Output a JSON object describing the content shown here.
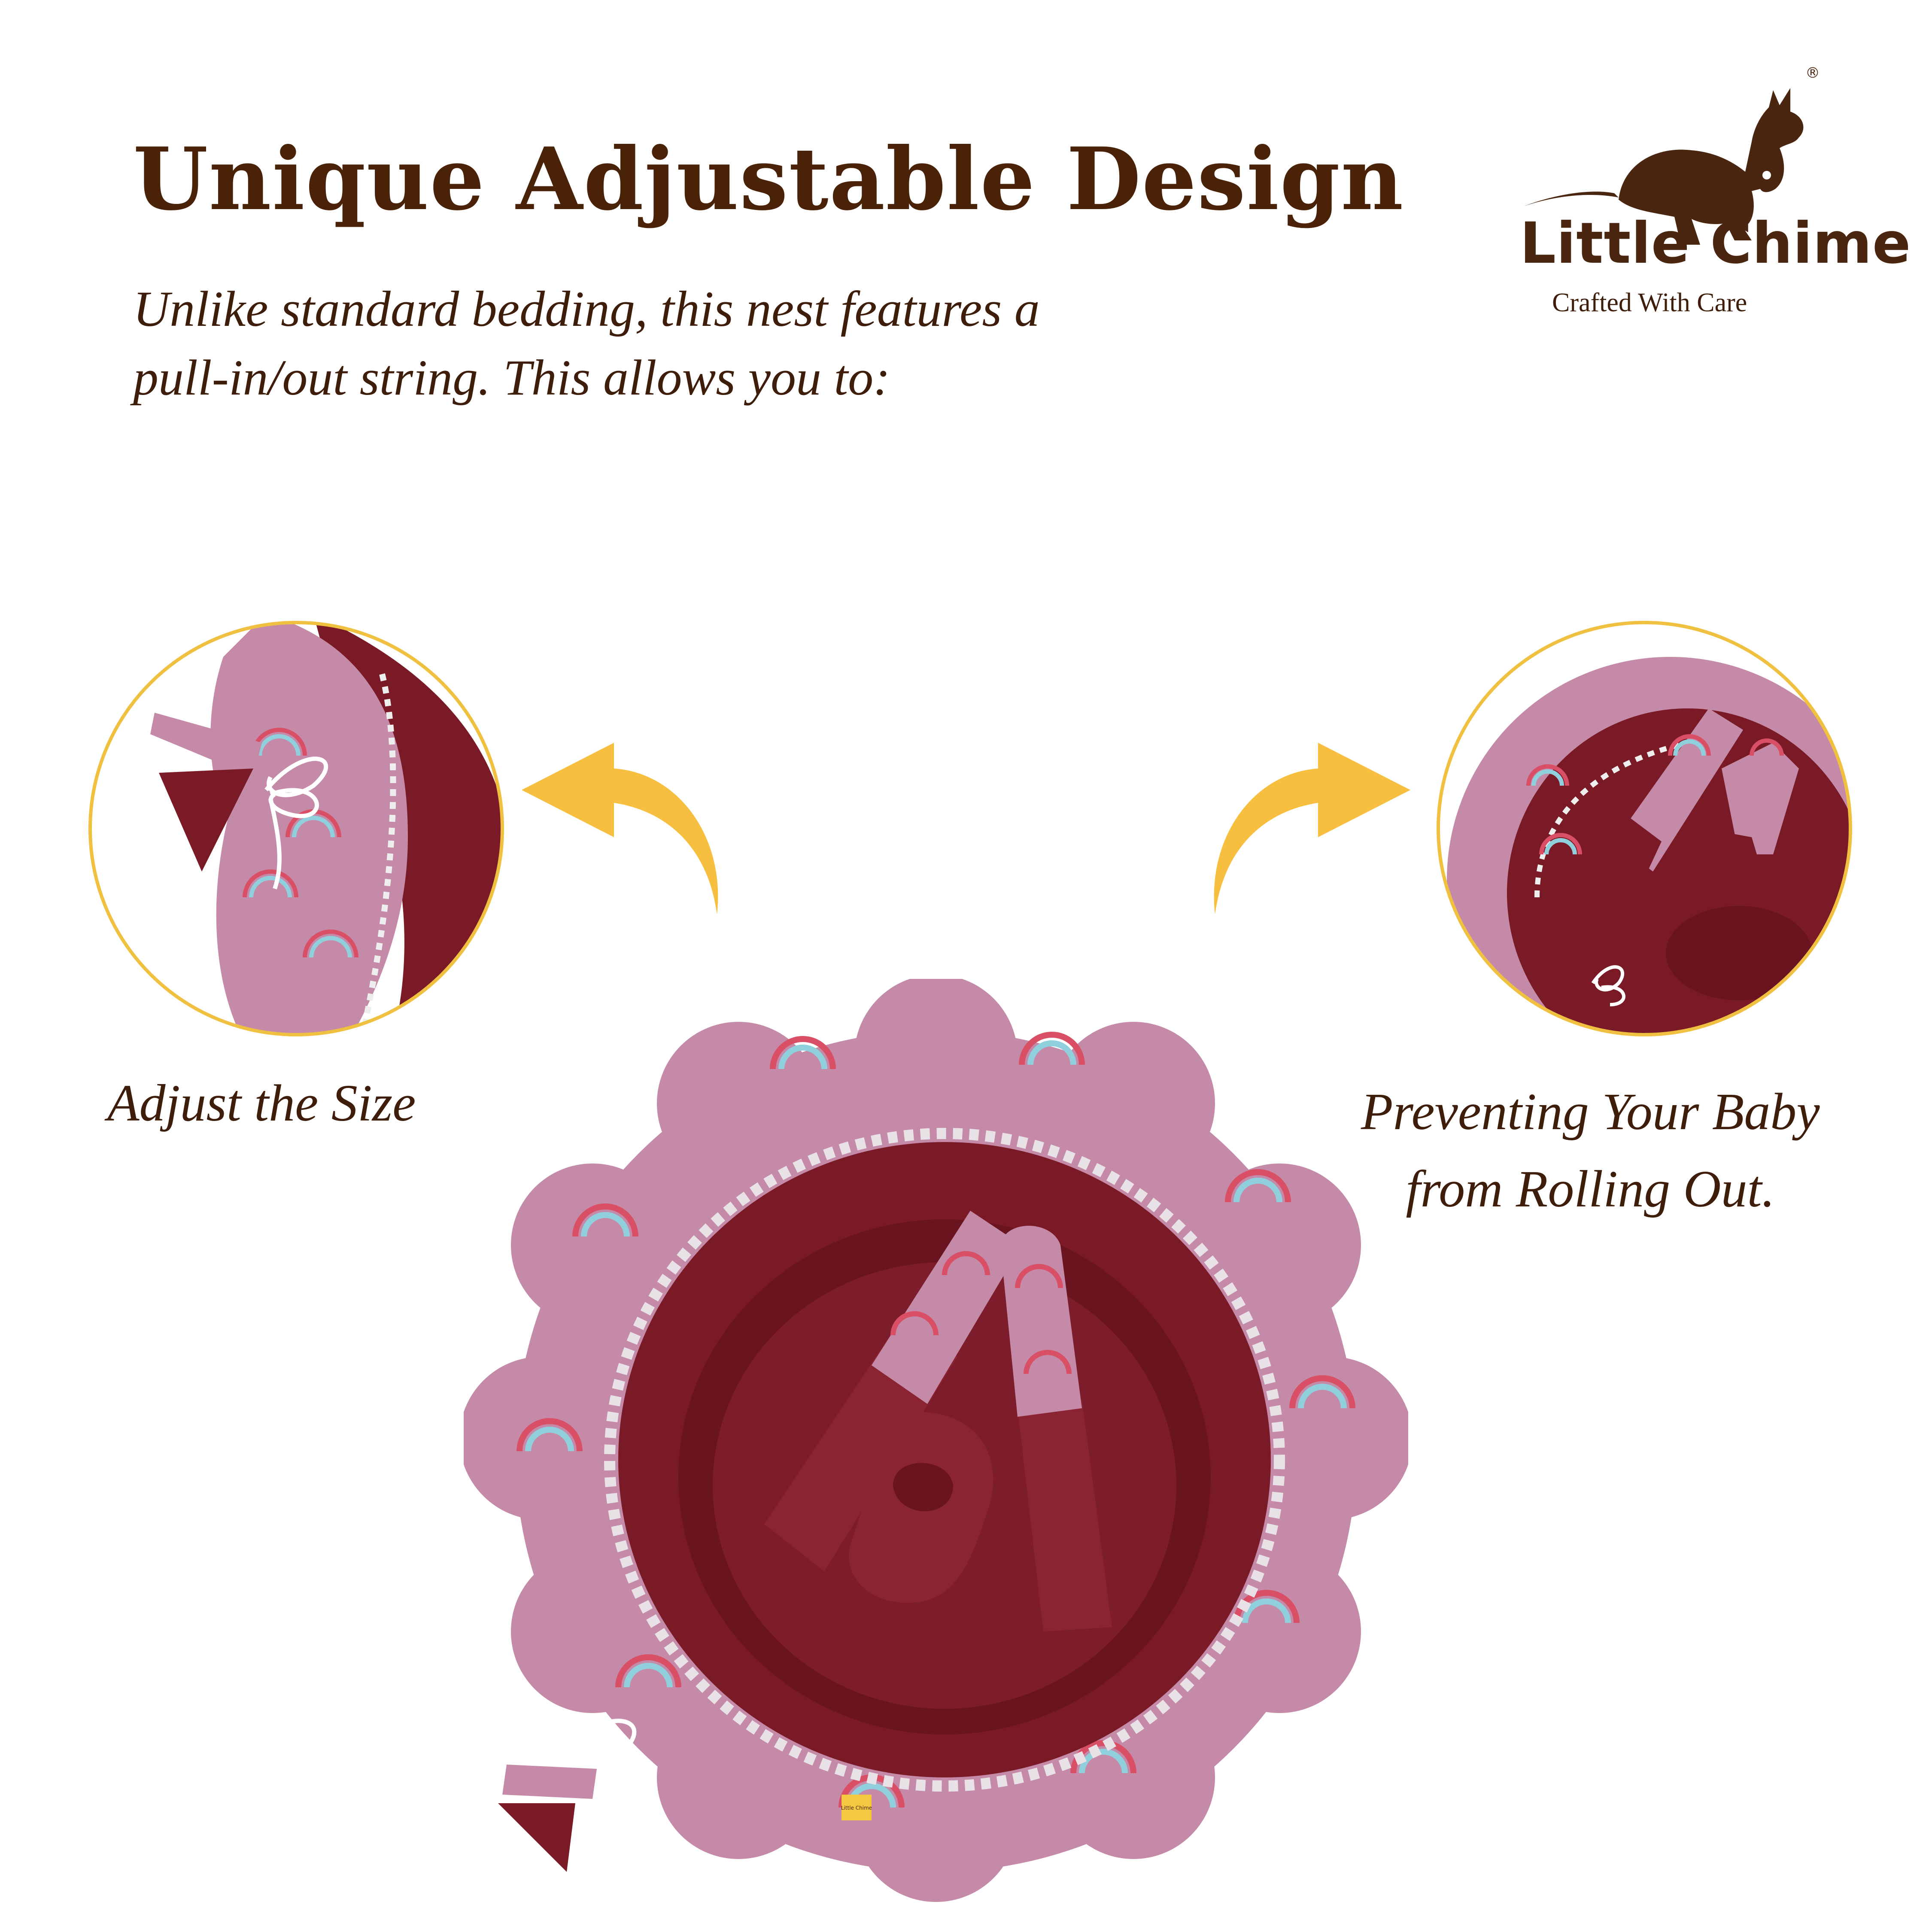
{
  "header": {
    "title": "Unique Adjustable Design",
    "subtitle_line1": "Unlike standard bedding, this nest features a",
    "subtitle_line2": "pull-in/out string. This allows you to:"
  },
  "brand": {
    "name": "Little Chime",
    "tagline": "Crafted With Care",
    "registered_mark": "®",
    "logo_icon": "kangaroo-icon"
  },
  "features": [
    {
      "caption": "Adjust the Size",
      "arrow_icon": "curved-arrow-left-icon"
    },
    {
      "caption_line1": "Preventing Your Baby",
      "caption_line2": "from Rolling Out.",
      "arrow_icon": "curved-arrow-right-icon"
    }
  ],
  "label_tag_text": "Little Chime",
  "colors": {
    "title": "#4a2208",
    "arrow": "#f7bf3f",
    "circle_border": "#f0c040",
    "fabric_lilac": "#c48aa8",
    "fabric_maroon": "#7a1a26"
  }
}
